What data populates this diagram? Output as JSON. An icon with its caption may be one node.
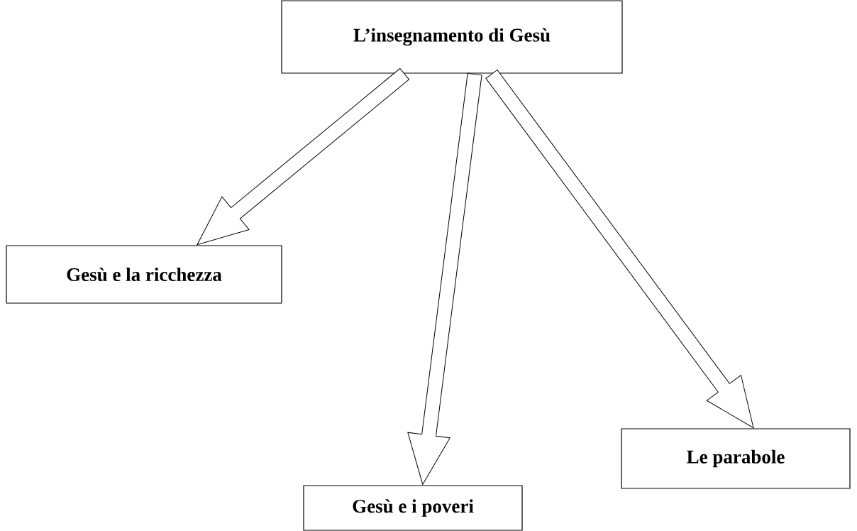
{
  "diagram": {
    "nodes": [
      {
        "text": [
          "L’insegnamento di Gesù"
        ]
      },
      {
        "text": [
          "Gesù e la ricchezza"
        ]
      },
      {
        "text": [
          "Gesù e i poveri"
        ]
      },
      {
        "text": [
          "Le parabole"
        ]
      }
    ],
    "edges": [
      {
        "from": 0,
        "to": 1,
        "arrow": "to"
      },
      {
        "from": 0,
        "to": 2,
        "arrow": "to"
      },
      {
        "from": 0,
        "to": 3,
        "arrow": "to"
      }
    ]
  }
}
